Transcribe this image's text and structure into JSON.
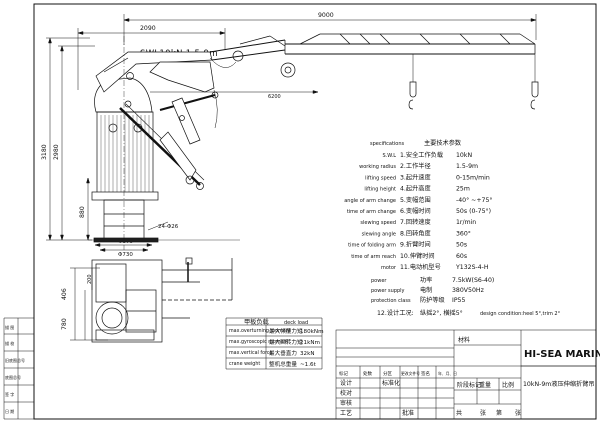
{
  "dimensions": {
    "total_length": "9000",
    "arm_length": "2090",
    "height_3180": "3180",
    "height_2980": "2980",
    "height_880": "880",
    "height_406": "406",
    "height_780": "780",
    "height_200": "200",
    "reach_6200": "6200",
    "bolt": "24-Φ26",
    "phi_670": "Φ670",
    "phi_730": "Φ730",
    "swl_label": "SWL10kN 1.5-9m"
  },
  "specs": {
    "heading_en": "specifications",
    "heading_cn": "主要技术参数",
    "rows": [
      {
        "en": "S.W.L",
        "cn": "1.安全工作负载",
        "val": "10kN"
      },
      {
        "en": "working radius",
        "cn": "2.工作半径",
        "val": "1.5-9m"
      },
      {
        "en": "lifting speed",
        "cn": "3.起升速度",
        "val": "0-15m/min"
      },
      {
        "en": "lifting height",
        "cn": "4.起升高度",
        "val": "25m"
      },
      {
        "en": "angle of arm change",
        "cn": "5.变幅范围",
        "val": "-40° ~+75°"
      },
      {
        "en": "time of arm change",
        "cn": "6.变幅时间",
        "val": "50s (0-75°)"
      },
      {
        "en": "slewing speed",
        "cn": "7.回转速度",
        "val": "1r/min"
      },
      {
        "en": "slewing angle",
        "cn": "8.回转角度",
        "val": "360°"
      },
      {
        "en": "time of folding arm",
        "cn": "9.折臂时间",
        "val": "50s"
      },
      {
        "en": "time of arm reach",
        "cn": "10.伸臂时间",
        "val": "60s"
      },
      {
        "en": "motor",
        "cn": "11.电动机型号",
        "val": "Y132S-4-H"
      }
    ],
    "power_en": "power",
    "power_cn": "功率",
    "power_val": "7.5kW(S6-40)",
    "supply_en": "power supply",
    "supply_cn": "电制",
    "supply_val": "380V50Hz",
    "protection_en": "protection class",
    "protection_cn": "防护等级",
    "protection_val": "IP55",
    "design_cn": "12.设计工况:",
    "design_val": "纵摇2°, 横摇5°",
    "design_en": "design condition:heel 5°,trim 2°"
  },
  "deck_load": {
    "header_cn": "甲板负载",
    "header_en": "deck load",
    "rows": [
      {
        "en": "max.overturning moment",
        "cn": "最大倾覆力矩",
        "val": "180kNm"
      },
      {
        "en": "max.gyroscopic moment",
        "cn": "最大回转力矩",
        "val": "21kNm"
      },
      {
        "en": "max.vertical force",
        "cn": "最大垂直力",
        "val": "32kN"
      },
      {
        "en": "crane weight",
        "cn": "整机总重量",
        "val": "~1.6t"
      }
    ]
  },
  "title_block": {
    "company": "HI-SEA MARINE",
    "drawing_title": "10kN-9m液压伸缩折臂吊",
    "material": "材料",
    "header_cells": [
      "标记",
      "处数",
      "分区",
      "更改文件号",
      "签名",
      "年、月、日"
    ],
    "left_labels": [
      "设计",
      "校对",
      "审核",
      "工艺"
    ],
    "standardize": "标准化",
    "approve": "批准",
    "stage_mark": "阶段标记",
    "weight": "重量",
    "scale": "比例",
    "sheet_total": "共",
    "sheet_unit": "张",
    "sheet_no": "第",
    "sheet_unit2": "张"
  },
  "side_strip": {
    "labels": [
      "描 图",
      "描 校",
      "旧底图总号",
      "底图总号",
      "签 字",
      "日 期"
    ]
  }
}
